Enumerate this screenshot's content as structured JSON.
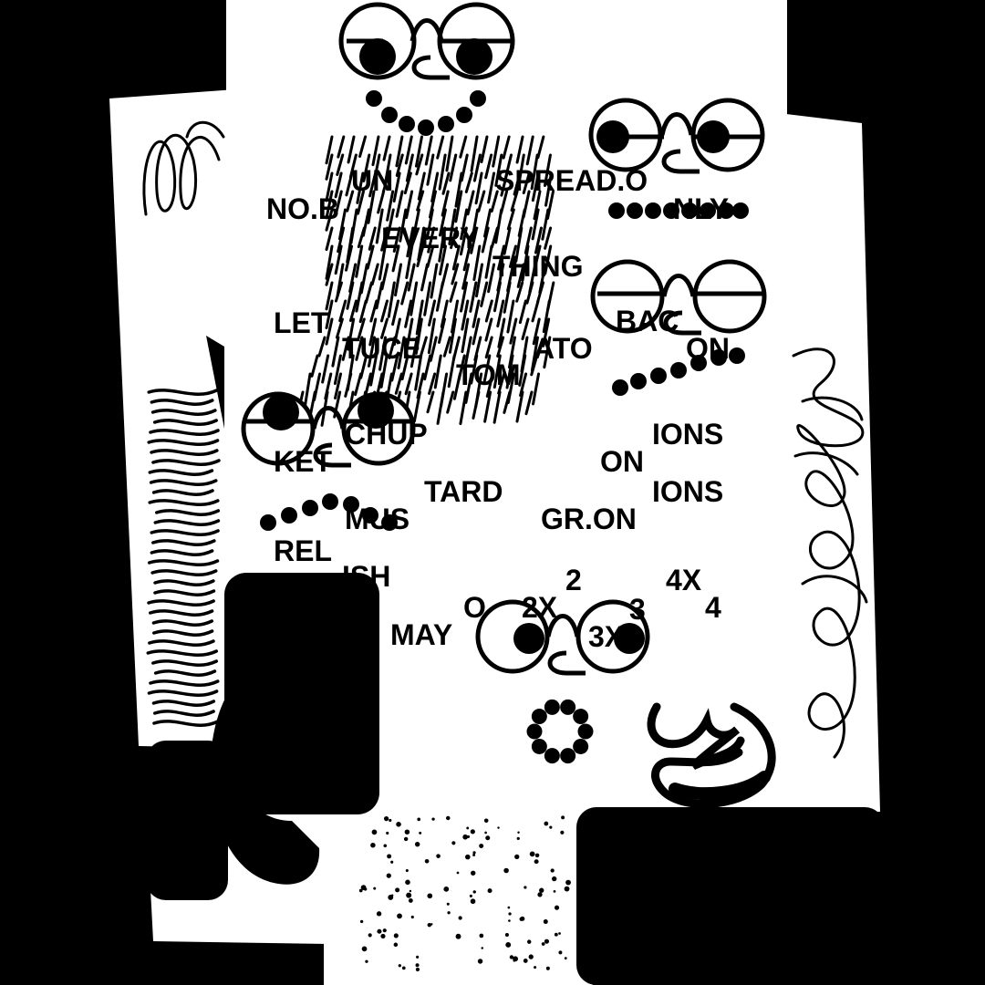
{
  "colors": {
    "ink": "#000000",
    "paper": "#ffffff"
  },
  "words": [
    "UN",
    "NO.B",
    "SPREAD.O",
    "NLY",
    "EVERY",
    "THING",
    "LET",
    "TUCE",
    "TOM",
    "ATO",
    "BAC",
    "ON",
    "KET",
    "CHUP",
    "IONS",
    "ON",
    "TARD",
    "IONS",
    "MUS",
    "GR.ON",
    "REL",
    "ISH",
    "MAY",
    "O",
    "2X",
    "2",
    "3X",
    "3",
    "4X",
    "4"
  ],
  "icons": [
    "face-with-glasses-icon",
    "scribble-icon",
    "dot-smile-icon",
    "dot-ring-icon",
    "swirl-mouth-icon"
  ]
}
